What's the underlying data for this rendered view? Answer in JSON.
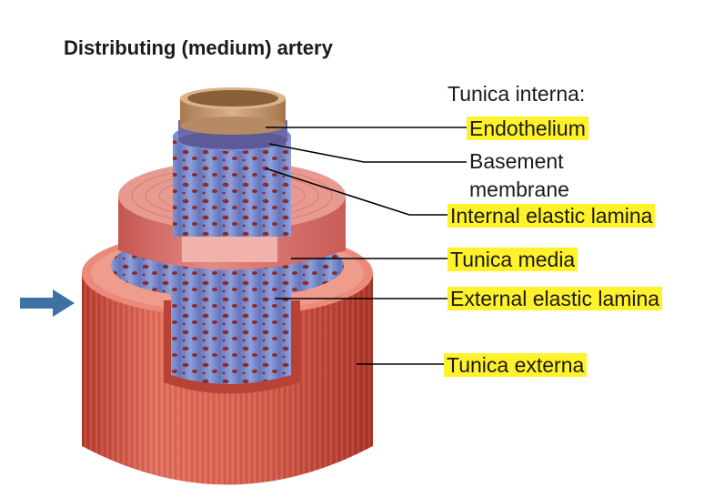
{
  "title": "Distributing (medium) artery",
  "labels": {
    "tunica_interna_heading": "Tunica interna:",
    "endothelium": "Endothelium",
    "basement_membrane_line1": "Basement",
    "basement_membrane_line2": "membrane",
    "internal_elastic_lamina": "Internal elastic lamina",
    "tunica_media": "Tunica media",
    "external_elastic_lamina": "External elastic lamina",
    "tunica_externa": "Tunica externa"
  },
  "colors": {
    "highlight": "#fff12a",
    "endothelium": "#c89c72",
    "basement": "#6f6ea6",
    "elastic": "#7d8ecc",
    "media": "#d86a66",
    "externa": "#c44a3c",
    "arrow": "#3e72a3"
  }
}
